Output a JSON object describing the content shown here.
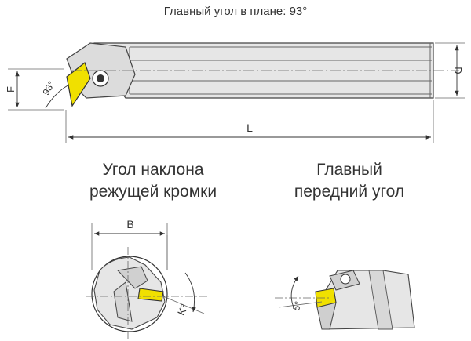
{
  "title": "Главный угол в плане: 93°",
  "top_view": {
    "dim_D": "D",
    "dim_F": "F",
    "dim_L": "L",
    "angle": "93°"
  },
  "inclination": {
    "line1": "Угол наклона",
    "line2": "режущей кромки",
    "dim_B": "B",
    "angle": "K°"
  },
  "rake": {
    "line1": "Главный",
    "line2": "передний угол",
    "angle": "5°"
  },
  "colors": {
    "insert": "#f0e000",
    "body": "#e6e6e6",
    "outline": "#444444"
  }
}
